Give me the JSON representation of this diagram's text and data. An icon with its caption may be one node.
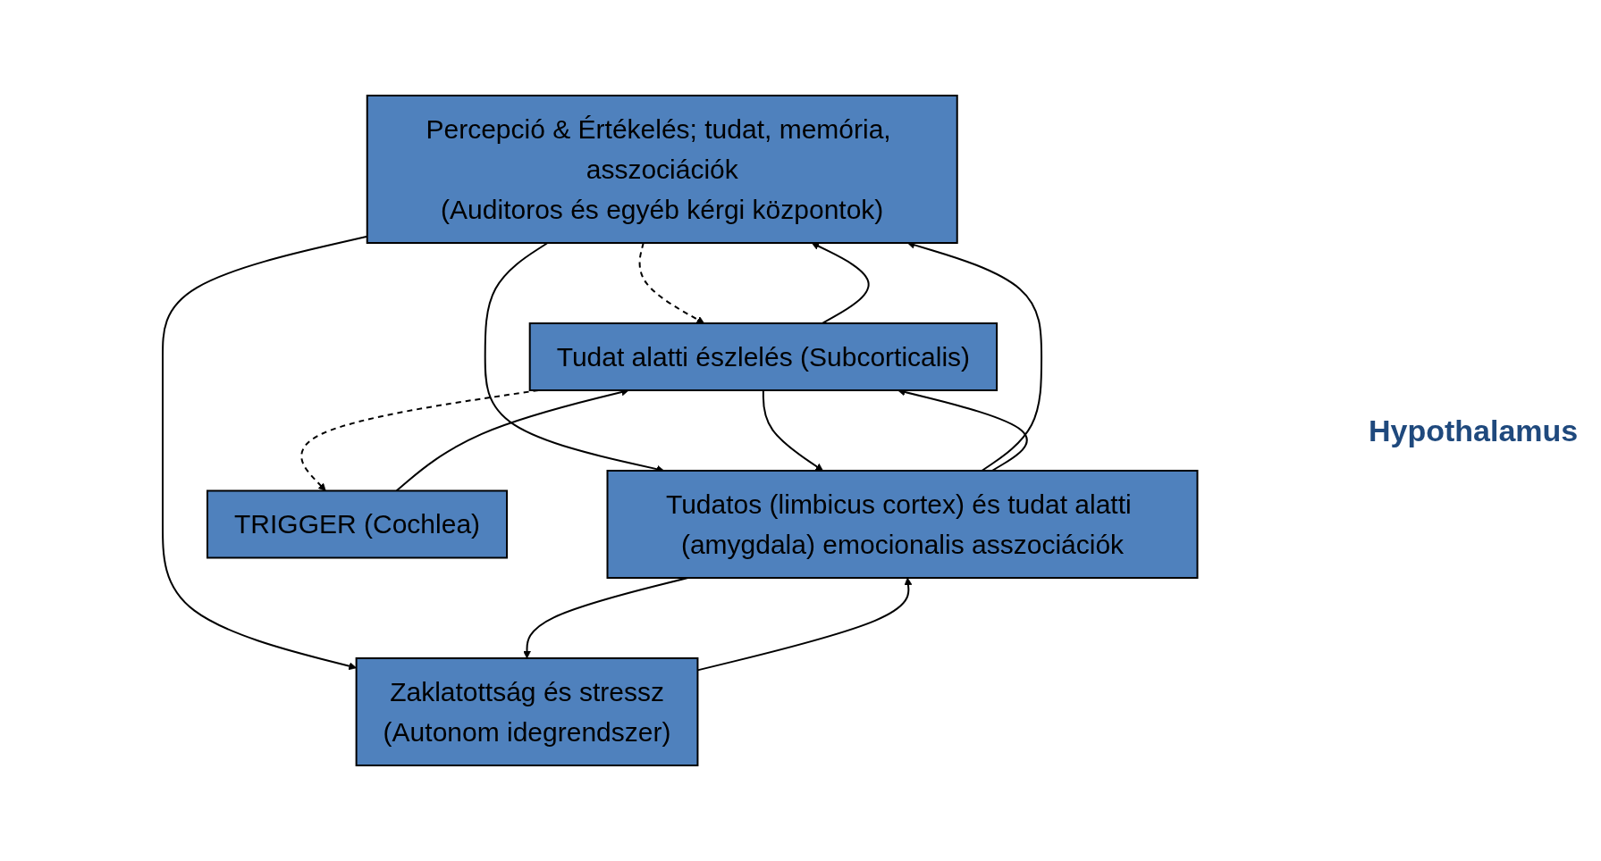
{
  "diagram": {
    "nodes": [
      {
        "text": [
          "Percepció & Értékelés; tudat, memória, asszociációk",
          "(Auditoros és egyéb kérgi központok)"
        ]
      },
      {
        "text": [
          "Tudat alatti észlelés (Subcorticalis)"
        ]
      },
      {
        "text": [
          "Tudatos (limbicus cortex) és tudat alatti (amygdala) emocionalis asszociációk"
        ]
      },
      {
        "text": [
          "TRIGGER (Cochlea)"
        ]
      },
      {
        "text": [
          "Zaklatottság és stressz",
          "(Autonom  idegrendszer)"
        ]
      }
    ],
    "edges": [
      {
        "from": 1,
        "to": 0,
        "arrow": "to"
      },
      {
        "from": 0,
        "to": 1,
        "arrow": "to",
        "style": "dashed"
      },
      {
        "from": 2,
        "to": 0,
        "arrow": "to"
      },
      {
        "from": 0,
        "to": 2,
        "arrow": "to"
      },
      {
        "from": 0,
        "to": 4,
        "arrow": "to"
      },
      {
        "from": 1,
        "to": 2,
        "arrow": "to"
      },
      {
        "from": 2,
        "to": 1,
        "arrow": "to"
      },
      {
        "from": 3,
        "to": 1,
        "arrow": "to"
      },
      {
        "from": 1,
        "to": 3,
        "arrow": "to",
        "style": "dashed"
      },
      {
        "from": 4,
        "to": 2,
        "arrow": "to"
      },
      {
        "from": 2,
        "to": 4,
        "arrow": "to"
      }
    ],
    "labels": [
      "Hypothalamus"
    ]
  }
}
